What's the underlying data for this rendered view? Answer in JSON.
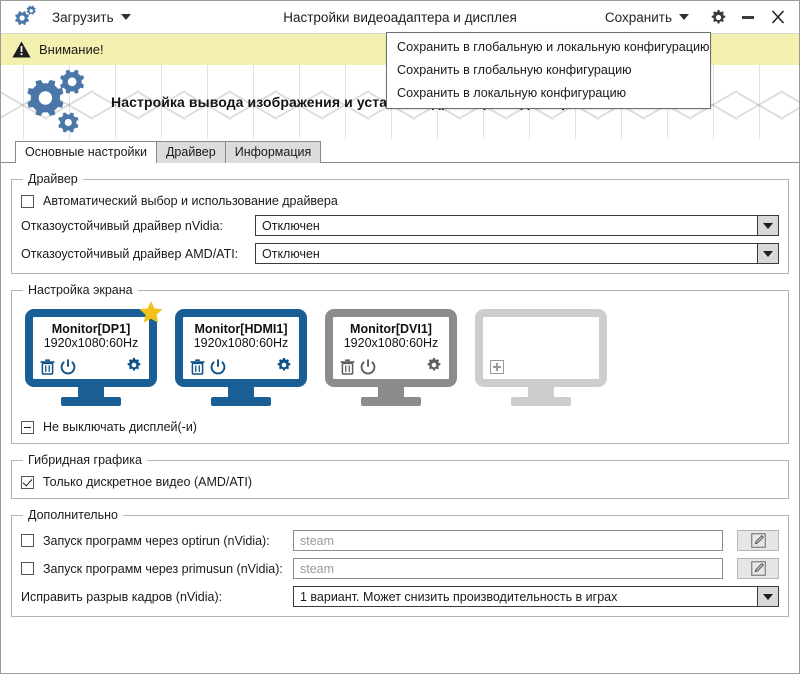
{
  "titlebar": {
    "app_icon": "gears-icon",
    "load_label": "Загрузить",
    "title": "Настройки видеоадаптера и дисплея",
    "save_label": "Сохранить",
    "settings_icon": "gear-icon",
    "minimize_icon": "minimize-icon",
    "close_icon": "close-icon"
  },
  "save_menu": {
    "items": [
      {
        "label": "Сохранить в глобальную и локальную конфигурацию"
      },
      {
        "label": "Сохранить в глобальную конфигурацию"
      },
      {
        "label": "Сохранить в локальную конфигурацию"
      }
    ]
  },
  "banner": {
    "icon": "warning-triangle-icon",
    "text": "Внимание!",
    "bg_color": "#f4f0b0"
  },
  "hero": {
    "logo_icon": "gears-logo-icon",
    "title": "Настройка вывода изображения и установка драйвера видеокарты"
  },
  "tabs": [
    {
      "label": "Основные настройки",
      "active": true
    },
    {
      "label": "Драйвер",
      "active": false
    },
    {
      "label": "Информация",
      "active": false
    }
  ],
  "driver_group": {
    "legend": "Драйвер",
    "auto_checkbox": {
      "label": "Автоматический выбор и использование драйвера",
      "state": "unchecked"
    },
    "nvidia": {
      "label": "Отказоустойчивый драйвер nVidia:",
      "value": "Отключен"
    },
    "amd": {
      "label": "Отказоустойчивый драйвер AMD/ATI:",
      "value": "Отключен"
    }
  },
  "screen_group": {
    "legend": "Настройка экрана",
    "monitors": [
      {
        "name": "Monitor[DP1]",
        "resolution": "1920x1080:60Hz",
        "state": "active",
        "primary": true,
        "icons": [
          "trash-icon",
          "power-icon",
          "gear-icon"
        ]
      },
      {
        "name": "Monitor[HDMI1]",
        "resolution": "1920x1080:60Hz",
        "state": "active",
        "primary": false,
        "icons": [
          "trash-icon",
          "power-icon",
          "gear-icon"
        ]
      },
      {
        "name": "Monitor[DVI1]",
        "resolution": "1920x1080:60Hz",
        "state": "disabled",
        "primary": false,
        "icons": [
          "trash-icon",
          "power-icon",
          "gear-icon"
        ]
      },
      {
        "name": "",
        "resolution": "",
        "state": "empty",
        "primary": false,
        "icons": [
          "plus-icon"
        ]
      }
    ],
    "keep_on_checkbox": {
      "label": "Не выключать дисплей(-и)",
      "state": "indeterminate"
    },
    "colors": {
      "active": "#1a5e96",
      "disabled": "#8c8c8c",
      "empty": "#cdcdcd",
      "star": "#f2c219"
    }
  },
  "hybrid_group": {
    "legend": "Гибридная графика",
    "discrete_checkbox": {
      "label": "Только дискретное видео (AMD/ATI)",
      "state": "checked"
    }
  },
  "extra_group": {
    "legend": "Дополнительно",
    "optirun": {
      "label": "Запуск программ через optirun (nVidia):",
      "state": "unchecked",
      "placeholder": "steam",
      "value": "",
      "edit_icon": "edit-pencil-icon"
    },
    "primusun": {
      "label": "Запуск программ через primusun (nVidia):",
      "state": "unchecked",
      "placeholder": "steam",
      "value": "",
      "edit_icon": "edit-pencil-icon"
    },
    "tearing": {
      "label": "Исправить разрыв кадров (nVidia):",
      "value": "1 вариант. Может снизить производительность в играх"
    }
  }
}
